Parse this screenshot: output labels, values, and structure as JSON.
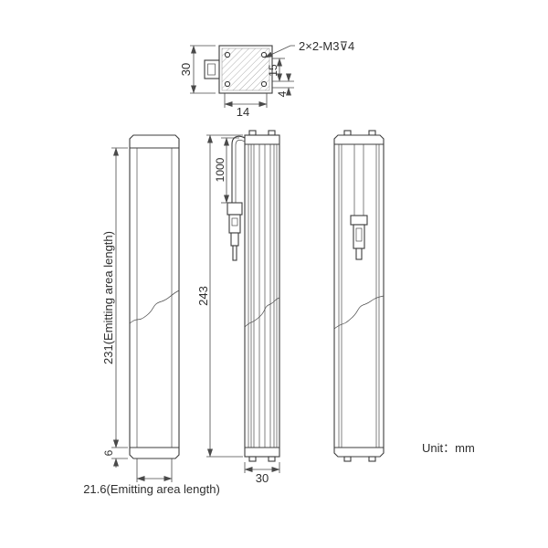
{
  "drawing": {
    "unit_label": "Unit：mm",
    "thread_callout": "2×2-M3⊽4"
  },
  "dims": {
    "top_view_height": "30",
    "hole_pitch": "15",
    "hole_edge_offset": "4",
    "top_view_width": "14",
    "cable_length": "1000",
    "overall_length": "243",
    "emitting_area_length": "231(Emitting area length)",
    "end_margin": "6",
    "emitting_area_width": "21.6(Emitting area length)",
    "body_width": "30"
  }
}
